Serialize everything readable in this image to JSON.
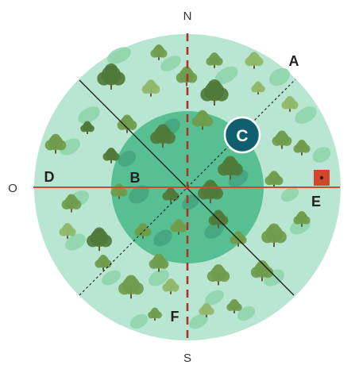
{
  "compass": {
    "north": "N",
    "south": "S",
    "east_letter_missing": "",
    "west": "O"
  },
  "zones": {
    "a": "A",
    "b": "B",
    "c": "C",
    "d": "D",
    "e": "E",
    "f": "F"
  },
  "colors": {
    "outer_disc": "#b9e6d2",
    "inner_disc": "#58bf93",
    "axis_red": "#cc4a2e",
    "axis_dashed": "#a8342a",
    "marker_c": "#0f5f6e",
    "marker_square": "#d2472c",
    "tree_dark": "#4f7a3a",
    "tree_mid": "#6f9c4c",
    "tree_light": "#8fb86a",
    "ellipse_shadow": "#8ed4aa"
  },
  "icons": {
    "tree": "tree-icon",
    "square_marker": "square-marker-icon"
  }
}
